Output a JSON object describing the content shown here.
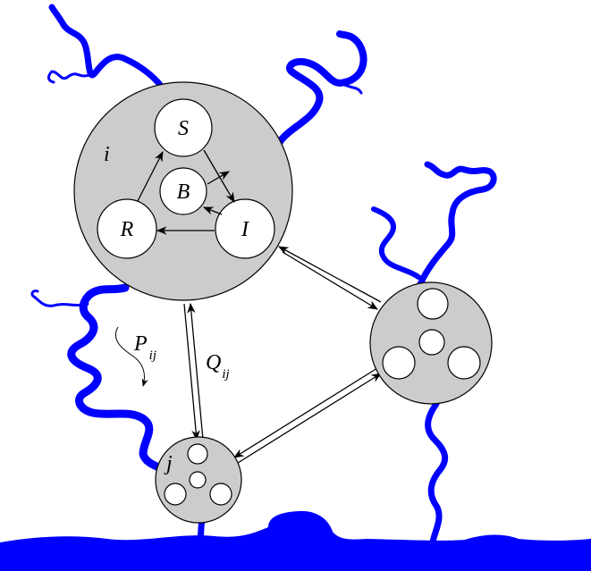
{
  "patch_i": {
    "label": "i",
    "compartments": {
      "S": "S",
      "B": "B",
      "I": "I",
      "R": "R"
    }
  },
  "patch_j": {
    "label": "j"
  },
  "flows": {
    "P_main": "P",
    "P_sub": "ij",
    "Q_main": "Q",
    "Q_sub": "ij"
  },
  "colors": {
    "river": "#0000ff",
    "patch_fill": "#cccccc",
    "compartment_fill": "#ffffff",
    "outline": "#000000"
  }
}
